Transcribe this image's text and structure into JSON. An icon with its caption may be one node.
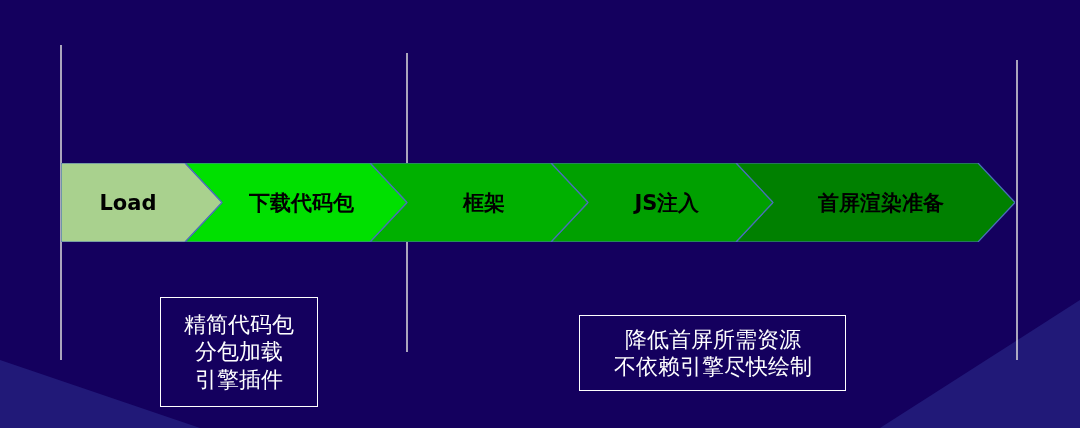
{
  "diagram": {
    "nodes": [
      {
        "text": [
          "Load"
        ]
      },
      {
        "text": [
          "下载代码包"
        ]
      },
      {
        "text": [
          "框架"
        ]
      },
      {
        "text": [
          "JS注入"
        ]
      },
      {
        "text": [
          "首屏渲染准备"
        ]
      },
      {
        "text": [
          "精简代码包",
          "分包加载",
          "引擎插件"
        ]
      },
      {
        "text": [
          "降低首屏所需资源",
          "不依赖引擎尽快绘制"
        ]
      }
    ]
  }
}
